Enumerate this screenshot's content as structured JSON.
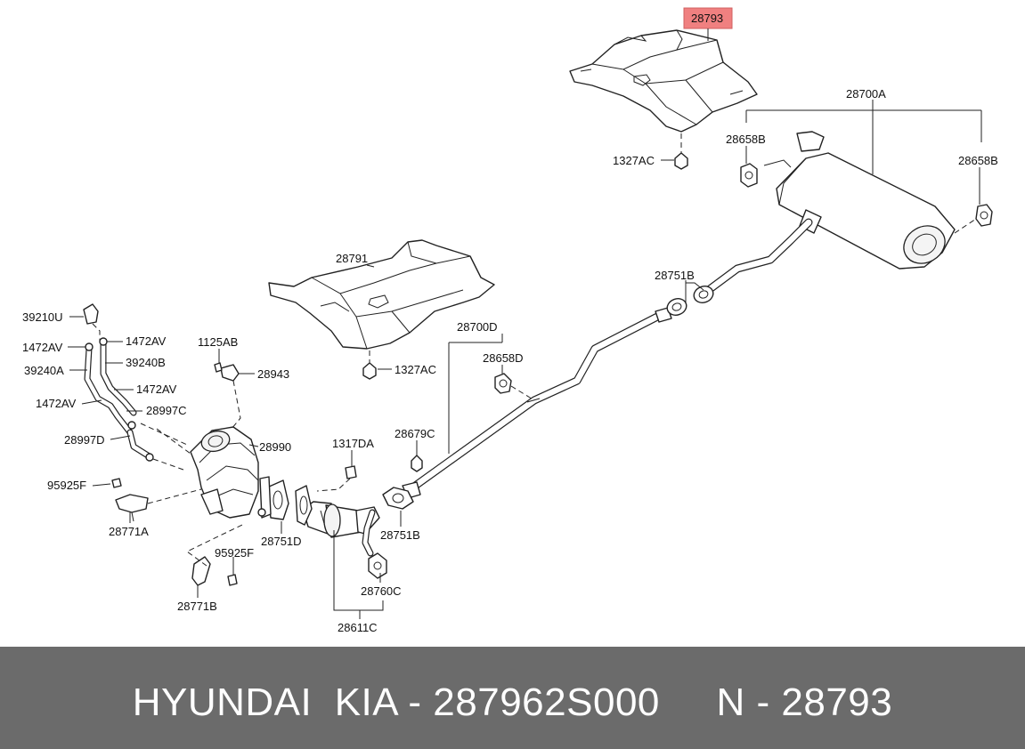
{
  "diagram": {
    "highlight_color": "#f08080",
    "footer_color": "#6b6b6b",
    "labels": {
      "p28793": "28793",
      "p28700A": "28700A",
      "p28658B_left": "28658B",
      "p28658B_right": "28658B",
      "p1327AC_top": "1327AC",
      "p28751B_top": "28751B",
      "p28791": "28791",
      "p1327AC_mid": "1327AC",
      "p28700D": "28700D",
      "p28658D": "28658D",
      "p28679C": "28679C",
      "p1317DA": "1317DA",
      "p28751B_bottom": "28751B",
      "p28760C": "28760C",
      "p28611C": "28611C",
      "p28751D": "28751D",
      "p28990": "28990",
      "p28943": "28943",
      "p1125AB": "1125AB",
      "p39210U": "39210U",
      "p1472AV_1": "1472AV",
      "p1472AV_2": "1472AV",
      "p39240A": "39240A",
      "p39240B": "39240B",
      "p1472AV_3": "1472AV",
      "p1472AV_4": "1472AV",
      "p28997C": "28997C",
      "p28997D": "28997D",
      "p95925F_1": "95925F",
      "p95925F_2": "95925F",
      "p28771A": "28771A",
      "p28771B": "28771B"
    }
  },
  "footer": {
    "text": "HYUNDAI  KIA - 287962S000     N - 28793"
  }
}
